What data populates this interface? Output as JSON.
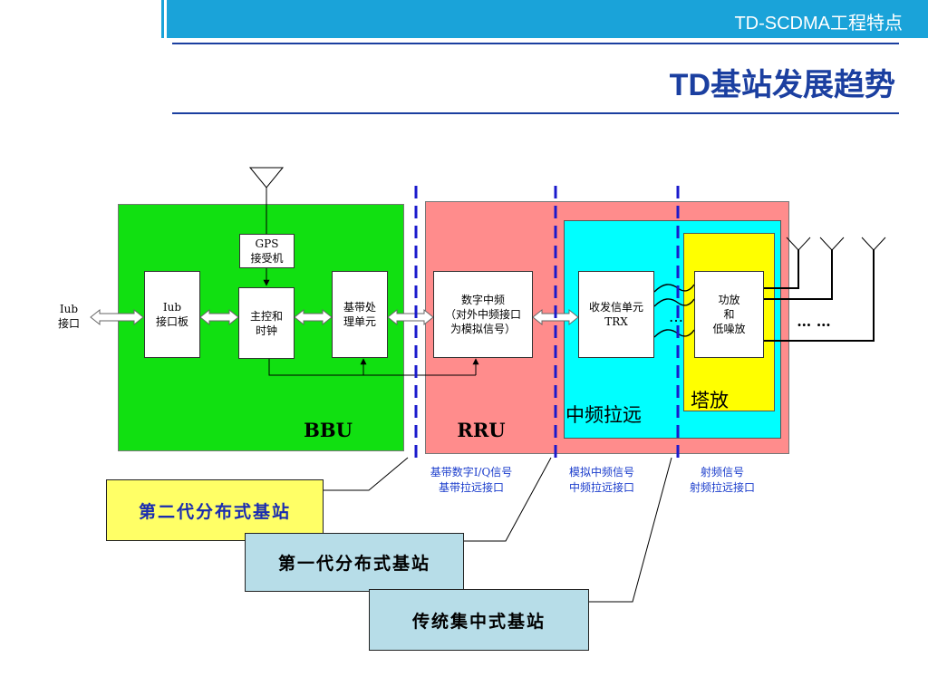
{
  "header": {
    "section": "TD-SCDMA工程特点",
    "title": "TD基站发展趋势"
  },
  "diagram": {
    "bbu_label": "BBU",
    "rru_label": "RRU",
    "iub_interface": "Iub\n接口",
    "blocks": {
      "gps": "GPS\n接受机",
      "iub_board": "Iub\n接口板",
      "clock": "主控和\n时钟",
      "baseband": "基带处\n理单元",
      "digital_if": "数字中频\n（对外中频接口\n为模拟信号）",
      "trx": "收发信单元\nTRX",
      "pa_lna": "功放\n和\n低噪放"
    },
    "zone_labels": {
      "if_remote": "中频拉远",
      "tower_amp": "塔放"
    },
    "ellipsis_inner": "…",
    "ellipsis_outer": "… …",
    "interfaces": {
      "baseband_iq": "基带数字I/Q信号\n基带拉远接口",
      "analog_if": "模拟中频信号\n中频拉远接口",
      "rf": "射频信号\n射频拉远接口"
    }
  },
  "legend": {
    "second_gen": "第二代分布式基站",
    "first_gen": "第一代分布式基站",
    "traditional": "传统集中式基站"
  },
  "colors": {
    "header_bar": "#1aa3d9",
    "title": "#1b3fa0",
    "bbu": "#11e011",
    "rru": "#ff8c8c",
    "if_zone": "#00ffff",
    "tower_zone": "#ffff00",
    "dashed": "#1a1acc",
    "legend_second": "#ffff66",
    "legend_other": "#b7dde8"
  }
}
